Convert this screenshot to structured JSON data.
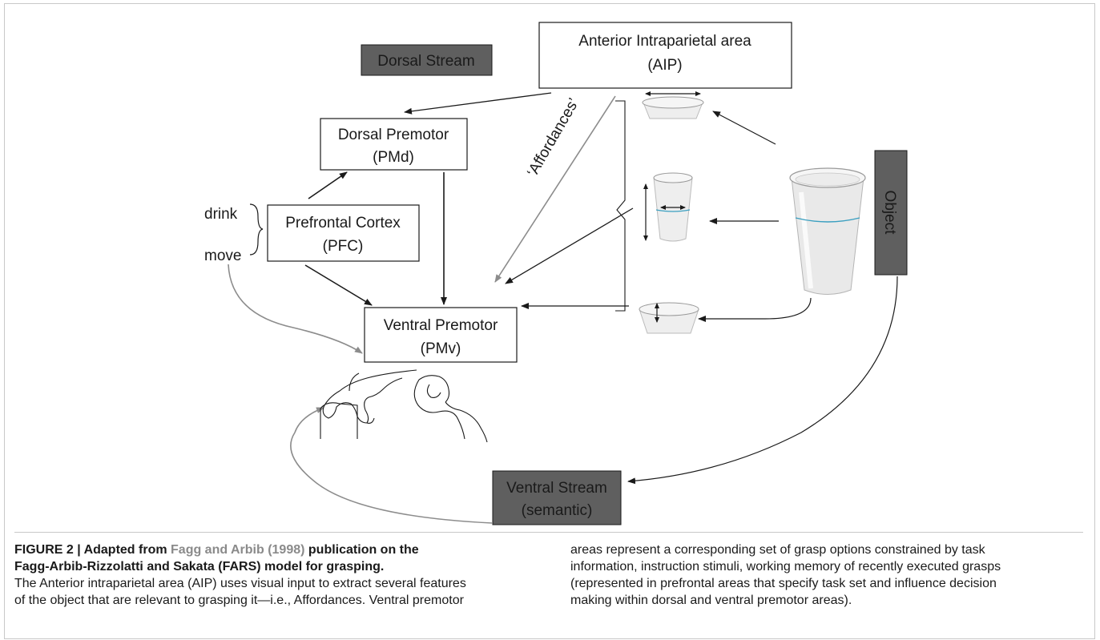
{
  "diagram": {
    "boxes": {
      "aip": [
        "Anterior Intraparietal area",
        "(AIP)"
      ],
      "pmd": [
        "Dorsal Premotor",
        "(PMd)"
      ],
      "pfc": [
        "Prefrontal Cortex",
        "(PFC)"
      ],
      "pmv": [
        "Ventral Premotor",
        "(PMv)"
      ],
      "dorsal_stream": "Dorsal Stream",
      "ventral_stream": [
        "Ventral Stream",
        "(semantic)"
      ],
      "object": "Object"
    },
    "labels": {
      "drink": "drink",
      "move": "move",
      "affordances": "‘Affordances’"
    },
    "colors": {
      "dark_box": "#5f5f5f",
      "gray_arrow": "#8c8c8c",
      "black_arrow": "#1a1a1a",
      "cup_line": "#3a9fc0"
    }
  },
  "caption": {
    "figure_label": "FIGURE 2 | Adapted from",
    "ref": "Fagg and Arbib (1998)",
    "title_rest_1": "publication on the",
    "title_line_2": "Fagg-Arbib-Rizzolatti and Sakata (FARS) model for grasping.",
    "left_lines": [
      "The Anterior intraparietal area (AIP) uses visual input to extract several features",
      "of the object that are relevant to grasping it—i.e., Affordances. Ventral premotor"
    ],
    "right_lines": [
      "areas represent a corresponding set of grasp options constrained by task",
      "information, instruction stimuli, working memory of recently executed grasps",
      "(represented in prefrontal areas that specify task set and influence decision",
      "making within dorsal and ventral premotor areas)."
    ]
  }
}
